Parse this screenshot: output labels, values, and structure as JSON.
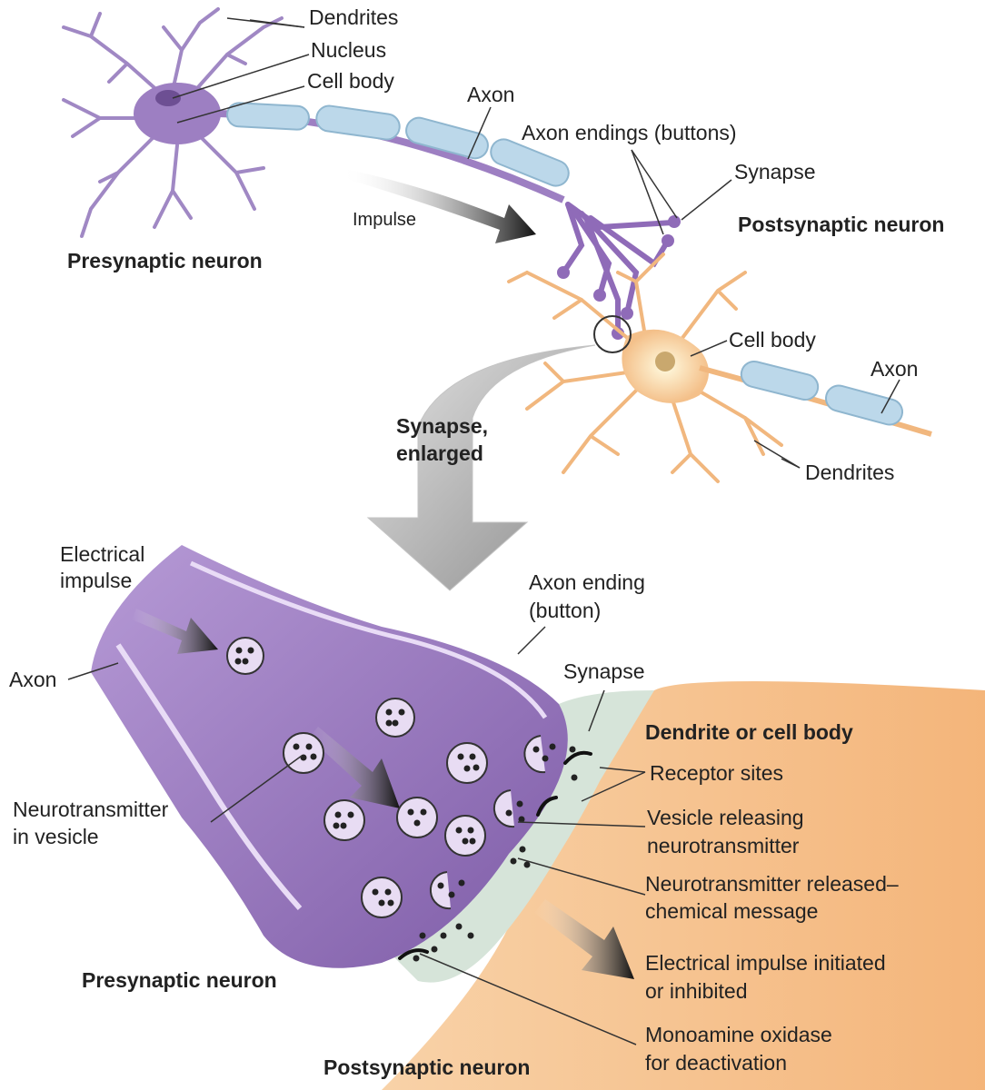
{
  "top": {
    "dendrites": "Dendrites",
    "nucleus": "Nucleus",
    "cell_body": "Cell body",
    "axon": "Axon",
    "axon_endings": "Axon endings (buttons)",
    "synapse": "Synapse",
    "impulse": "Impulse",
    "presynaptic": "Presynaptic neuron",
    "postsynaptic": "Postsynaptic neuron",
    "post_cell_body": "Cell body",
    "post_axon": "Axon",
    "post_dendrites": "Dendrites",
    "synapse_enlarged_1": "Synapse,",
    "synapse_enlarged_2": "enlarged"
  },
  "bottom": {
    "electrical_1": "Electrical",
    "electrical_2": "impulse",
    "axon": "Axon",
    "axon_ending_1": "Axon ending",
    "axon_ending_2": "(button)",
    "synapse": "Synapse",
    "dendrite_or_cell_body": "Dendrite or cell body",
    "receptor_sites": "Receptor sites",
    "vesicle_releasing_1": "Vesicle releasing",
    "vesicle_releasing_2": "neurotransmitter",
    "released_1": "Neurotransmitter released–",
    "released_2": "chemical message",
    "initiated_1": "Electrical impulse initiated",
    "initiated_2": "or inhibited",
    "mao_1": "Monoamine oxidase",
    "mao_2": "for deactivation",
    "neuro_vesicle_1": "Neurotransmitter",
    "neuro_vesicle_2": "in vesicle",
    "presynaptic": "Presynaptic neuron",
    "postsynaptic": "Postsynaptic neuron"
  },
  "colors": {
    "presynaptic_purple": "#9b7bbf",
    "postsynaptic_orange": "#f6c08a",
    "myelin_blue": "#bcd8ea",
    "synapse_gap": "#d6e4d9"
  }
}
